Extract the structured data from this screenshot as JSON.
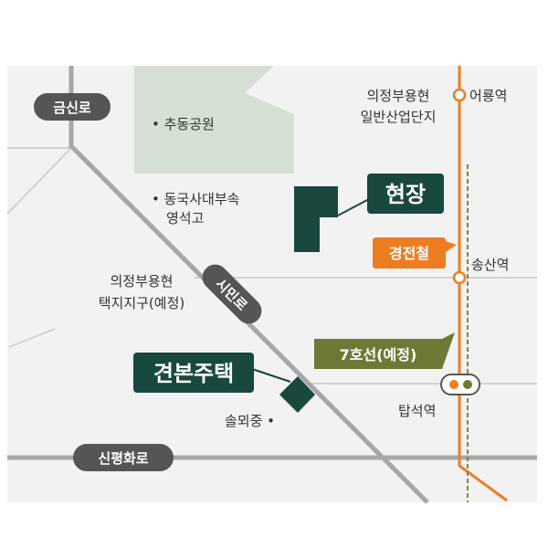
{
  "colors": {
    "background": "#f2f2f2",
    "park": "#d6dfd3",
    "road_gray": "#a7a7a7",
    "minor_road": "#d2d2d2",
    "label_pill": "#555555",
    "building": "#19483f",
    "callout_green": "#19483f",
    "gyeongjeon_orange": "#ee7d22",
    "line7_olive": "#6c7a35",
    "line7_dash": "#7a8a3c",
    "station_fill": "#ffffff",
    "text": "#333333"
  },
  "roads": {
    "geumsin": "금신로",
    "simin": "시민로",
    "sinpyeonghwa": "신평화로"
  },
  "places": {
    "chudong_park": "• 추동공원",
    "dongguk_line1": "• 동국사대부속",
    "dongguk_line2": "영석고",
    "industrial_line1": "의정부용현",
    "industrial_line2": "일반산업단지",
    "taekji_line1": "의정부용현",
    "taekji_line2": "택지지구(예정)",
    "solmoe": "솔뫼중 •"
  },
  "stations": {
    "eoryong": "어룡역",
    "songsan": "송산역",
    "tapseok": "탑석역"
  },
  "callouts": {
    "site": "현장",
    "gyeonbon": "견본주택",
    "gyeongjeon": "경전철",
    "line7": "7호선(예정)"
  },
  "icons": {
    "site_building": "site-building-icon",
    "gyeonbon_building": "model-house-icon",
    "station": "station-circle-icon",
    "transfer": "transfer-station-icon"
  }
}
